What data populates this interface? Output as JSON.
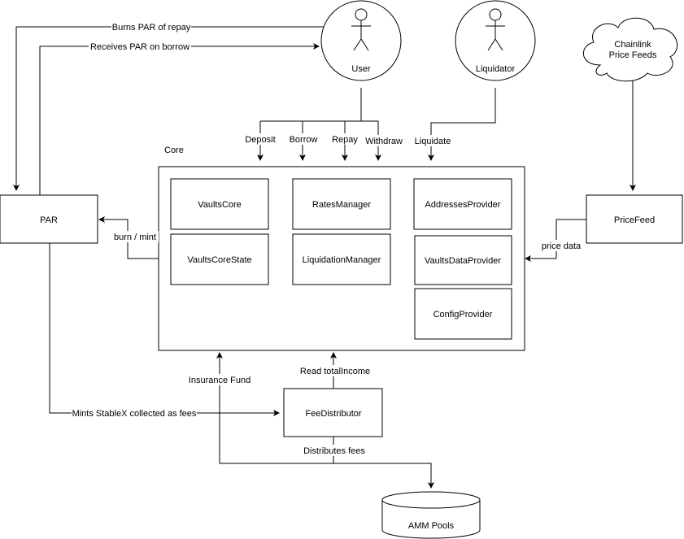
{
  "actors": {
    "user": "User",
    "liquidator": "Liquidator"
  },
  "cloud": {
    "line1": "Chainlink",
    "line2": "Price Feeds"
  },
  "nodes": {
    "par": "PAR",
    "price_feed": "PriceFeed",
    "fee_distributor": "FeeDistributor",
    "amm_pools": "AMM Pools"
  },
  "core": {
    "title": "Core",
    "components": {
      "vaults_core": "VaultsCore",
      "vaults_core_state": "VaultsCoreState",
      "rates_manager": "RatesManager",
      "liquidation_manager": "LiquidationManager",
      "addresses_provider": "AddressesProvider",
      "vaults_data_provider": "VaultsDataProvider",
      "config_provider": "ConfigProvider"
    }
  },
  "edges": {
    "burns_par_of_repay": "Burns PAR of repay",
    "receives_par_on_borrow": "Receives PAR on borrow",
    "deposit": "Deposit",
    "borrow": "Borrow",
    "repay": "Repay",
    "withdraw": "Withdraw",
    "liquidate": "Liquidate",
    "burn_mint": "burn / mint",
    "price_data": "price data",
    "mints_stablex": "Mints StableX collected as fees",
    "insurance_fund": "Insurance Fund",
    "read_total_income": "Read totalIncome",
    "distributes_fees": "Distributes fees"
  }
}
